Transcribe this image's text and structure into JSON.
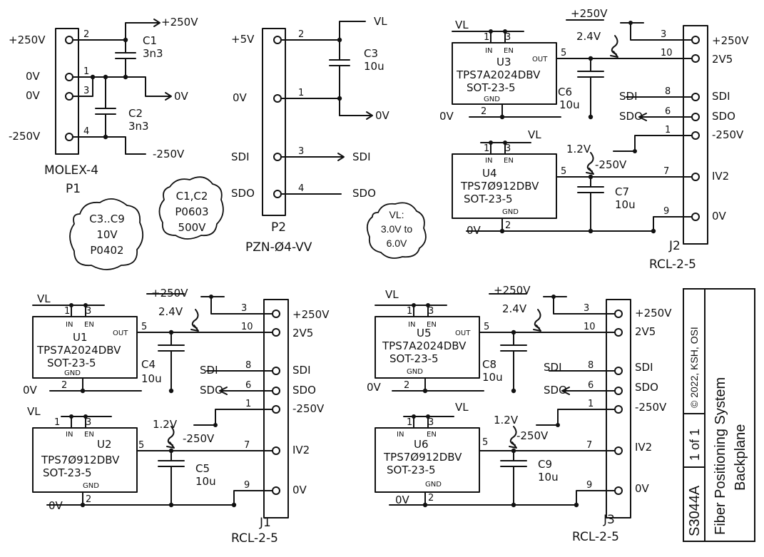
{
  "nets": {
    "p250": "+250V",
    "m250": "-250V",
    "zero": "0V",
    "p5": "+5V",
    "vl": "VL",
    "sdi": "SDI",
    "sdo": "SDO",
    "v25": "2V5",
    "iv2": "IV2",
    "v24": "2.4V",
    "v12": "1.2V",
    "out": "OUT",
    "gnd": "GND",
    "in": "IN",
    "en": "EN"
  },
  "pins": {
    "p1": "1",
    "p2": "2",
    "p3": "3",
    "p4": "4",
    "p5": "5",
    "p6": "6",
    "p7": "7",
    "p8": "8",
    "p9": "9",
    "p10": "10"
  },
  "p1": {
    "ref": "P1",
    "part": "MOLEX-4"
  },
  "p2": {
    "ref": "P2",
    "part": "PZN-Ø4-VV"
  },
  "c1": {
    "ref": "C1",
    "value": "3n3"
  },
  "c2": {
    "ref": "C2",
    "value": "3n3"
  },
  "c3": {
    "ref": "C3",
    "value": "10u"
  },
  "notes": [
    {
      "lines": [
        "C3..C9",
        "10V",
        "P0402"
      ]
    },
    {
      "lines": [
        "C1,C2",
        "P0603",
        "500V"
      ]
    },
    {
      "lines": [
        "VL:",
        "3.0V to",
        "6.0V"
      ]
    }
  ],
  "cells": [
    {
      "j": {
        "ref": "J2",
        "part": "RCL-2-5"
      },
      "ua": {
        "ref": "U3",
        "part": "TPS7A2024DBV",
        "pkg": "SOT-23-5"
      },
      "ca": {
        "ref": "C6",
        "value": "10u"
      },
      "ub": {
        "ref": "U4",
        "part": "TPS7Ø912DBV",
        "pkg": "SOT-23-5"
      },
      "cb": {
        "ref": "C7",
        "value": "10u"
      }
    },
    {
      "j": {
        "ref": "J1",
        "part": "RCL-2-5"
      },
      "ua": {
        "ref": "U1",
        "part": "TPS7A2024DBV",
        "pkg": "SOT-23-5"
      },
      "ca": {
        "ref": "C4",
        "value": "10u"
      },
      "ub": {
        "ref": "U2",
        "part": "TPS7Ø912DBV",
        "pkg": "SOT-23-5"
      },
      "cb": {
        "ref": "C5",
        "value": "10u"
      }
    },
    {
      "j": {
        "ref": "J3",
        "part": "RCL-2-5"
      },
      "ua": {
        "ref": "U5",
        "part": "TPS7A2024DBV",
        "pkg": "SOT-23-5"
      },
      "ca": {
        "ref": "C8",
        "value": "10u"
      },
      "ub": {
        "ref": "U6",
        "part": "TPS7Ø912DBV",
        "pkg": "SOT-23-5"
      },
      "cb": {
        "ref": "C9",
        "value": "10u"
      }
    }
  ],
  "title_block": {
    "doc_number": "S3044A",
    "sheet": "1 of 1",
    "copyright": "© 2022, KSH, OSI",
    "title_line1": "Fiber Positioning System",
    "title_line2": "Backplane"
  }
}
